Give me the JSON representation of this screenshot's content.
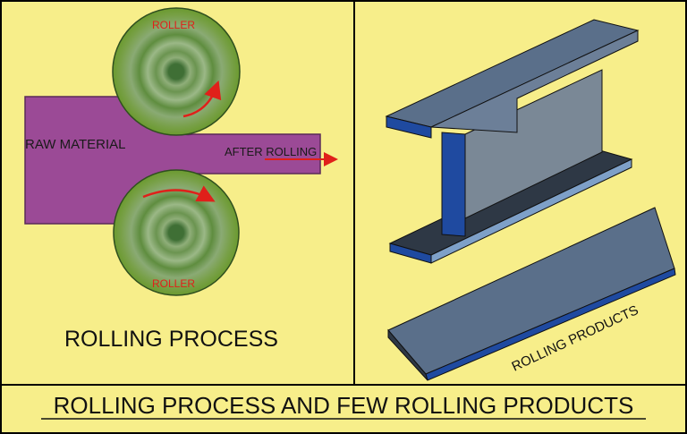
{
  "left_panel": {
    "top_roller_label": "ROLLER",
    "bottom_roller_label": "ROLLER",
    "raw_material_label": "RAW MATERIAL",
    "after_rolling_label": "AFTER ROLLING",
    "caption": "ROLLING PROCESS"
  },
  "right_panel": {
    "caption": "ROLLING PRODUCTS"
  },
  "footer": {
    "title": "ROLLING PROCESS AND FEW ROLLING PRODUCTS"
  },
  "colors": {
    "background": "#f7ee8a",
    "material": "#9b4a96",
    "roller": "#6f9552",
    "steel_top": "#5a6f8a",
    "steel_side": "#2f3a48",
    "steel_edge": "#1f4aa0",
    "arrow_red": "#e0201a"
  }
}
